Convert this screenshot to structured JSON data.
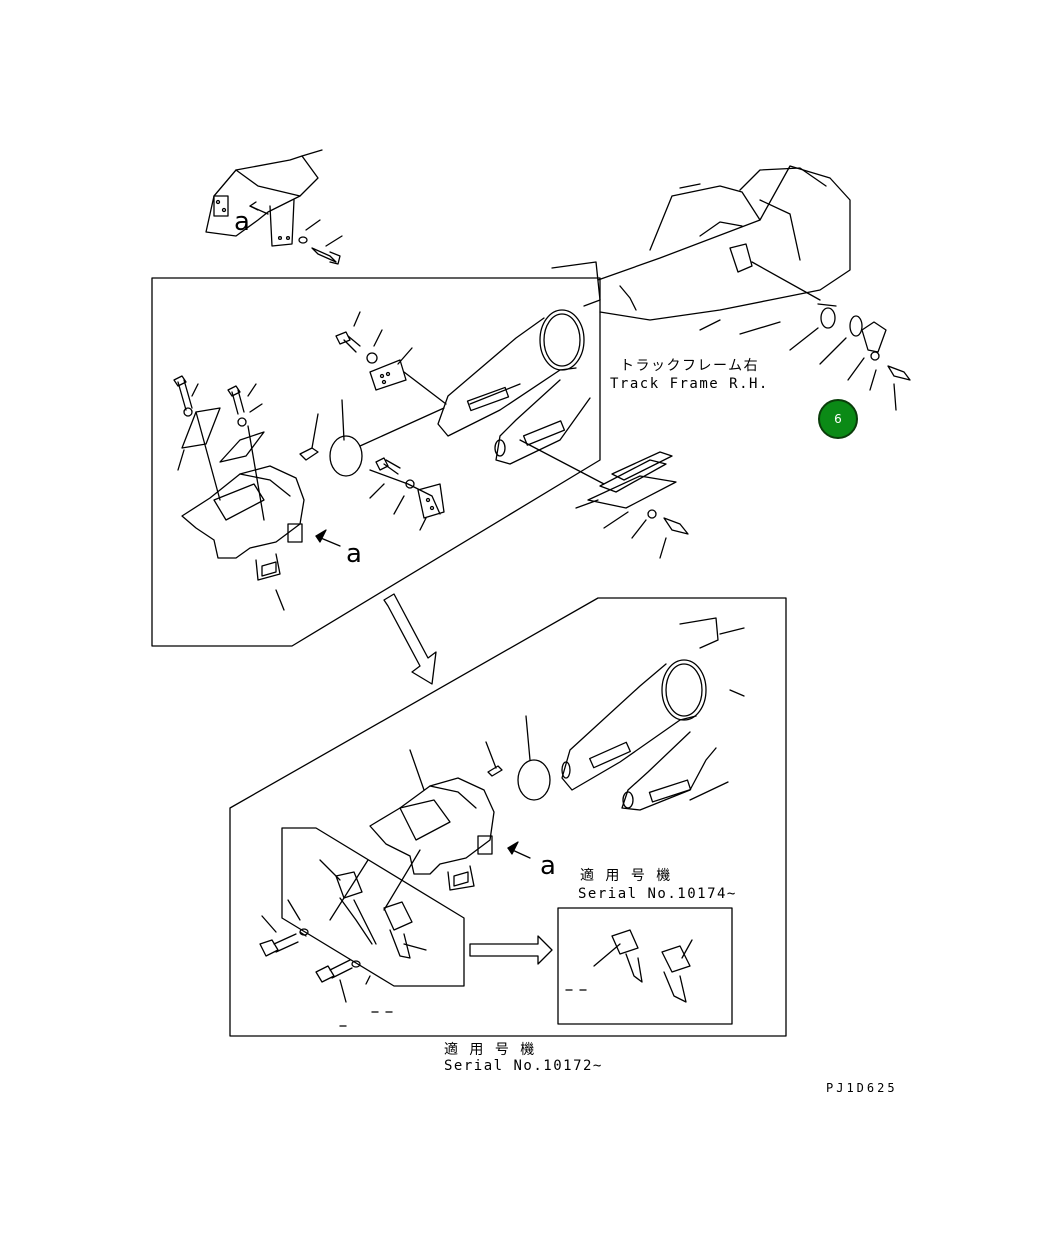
{
  "labels": {
    "track_frame_jp": "トラックフレーム右",
    "track_frame_en": "Track Frame R.H.",
    "applicable_jp_1": "適 用 号 機",
    "serial_1": "Serial No.10174~",
    "applicable_jp_2": "適 用 号 機",
    "serial_2": "Serial No.10172~",
    "drawing_code": "PJ1D625",
    "view_a_1": "a",
    "view_a_2": "a",
    "view_a_3": "a"
  },
  "callout": {
    "number": "6",
    "color": "#0b8a16"
  }
}
